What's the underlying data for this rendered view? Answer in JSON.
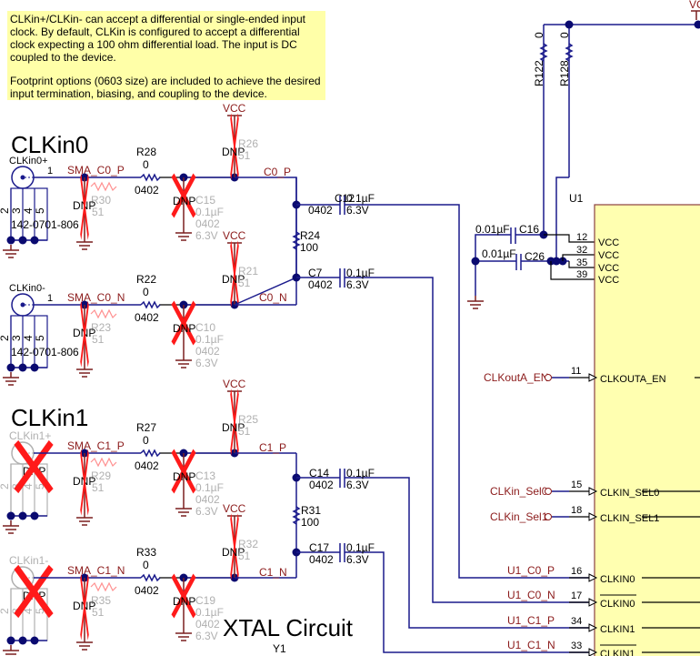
{
  "note": {
    "paragraph1": "CLKin+/CLKin- can accept a differential or single-ended input clock.  By default, CLKin is configured to accept a differential clock expecting a 100 ohm differential load.  The input is DC coupled to the device.",
    "paragraph2": "Footprint options (0603 size) are included to achieve the desired input termination, biasing, and coupling to the device."
  },
  "sections": {
    "clkin0": "CLKin0",
    "clkin1": "CLKin1",
    "xtal": "XTAL Circuit"
  },
  "connectors": {
    "j_clkin0p": {
      "name": "CLKin0+",
      "part": "142-0701-806",
      "pin1": "1",
      "pins": [
        "2",
        "3",
        "4",
        "5"
      ]
    },
    "j_clkin0n": {
      "name": "CLKin0-",
      "part": "142-0701-806",
      "pin1": "1",
      "pins": [
        "2",
        "3",
        "4",
        "5"
      ]
    },
    "j_clkin1p": {
      "name": "CLKin1+",
      "dnp": "DNP",
      "pins": [
        "2",
        "3",
        "4",
        "5"
      ]
    },
    "j_clkin1n": {
      "name": "CLKin1-",
      "dnp": "DNP",
      "pins": [
        "2",
        "3",
        "4",
        "5"
      ]
    }
  },
  "nets": {
    "sma_c0p": "SMA_C0_P",
    "sma_c0n": "SMA_C0_N",
    "sma_c1p": "SMA_C1_P",
    "sma_c1n": "SMA_C1_N",
    "c0p": "C0_P",
    "c0n": "C0_N",
    "c1p": "C1_P",
    "c1n": "C1_N",
    "u1_c0p": "U1_C0_P",
    "u1_c0n": "U1_C0_N",
    "u1_c1p": "U1_C1_P",
    "u1_c1n": "U1_C1_N",
    "clkouta_en": "CLKoutA_EN",
    "clkin_sel0": "CLKin_Sel0",
    "clkin_sel1": "CLKin_Sel1",
    "vcc": "VCC"
  },
  "components": {
    "R28": {
      "ref": "R28",
      "value": "0",
      "pkg": "0402"
    },
    "R22": {
      "ref": "R22",
      "value": "0",
      "pkg": "0402"
    },
    "R27": {
      "ref": "R27",
      "value": "0",
      "pkg": "0402"
    },
    "R33": {
      "ref": "R33",
      "value": "0",
      "pkg": "0402"
    },
    "R30": {
      "ref": "R30",
      "value": "51",
      "dnp": "DNP"
    },
    "R23": {
      "ref": "R23",
      "value": "51",
      "dnp": "DNP"
    },
    "R29": {
      "ref": "R29",
      "value": "51",
      "dnp": "DNP"
    },
    "R35": {
      "ref": "R35",
      "value": "51",
      "dnp": "DNP"
    },
    "R26": {
      "ref": "R26",
      "value": "51",
      "dnp": "DNP"
    },
    "R21": {
      "ref": "R21",
      "value": "51",
      "dnp": "DNP"
    },
    "R25": {
      "ref": "R25",
      "value": "51",
      "dnp": "DNP"
    },
    "R32": {
      "ref": "R32",
      "value": "51",
      "dnp": "DNP"
    },
    "C15": {
      "ref": "C15",
      "value": "0.1µF",
      "pkg": "0402",
      "voltage": "6.3V",
      "dnp": "DNP"
    },
    "C10": {
      "ref": "C10",
      "value": "0.1µF",
      "pkg": "0402",
      "voltage": "6.3V",
      "dnp": "DNP"
    },
    "C13": {
      "ref": "C13",
      "value": "0.1µF",
      "pkg": "0402",
      "voltage": "6.3V",
      "dnp": "DNP"
    },
    "C19": {
      "ref": "C19",
      "value": "0.1µF",
      "pkg": "0402",
      "voltage": "6.3V",
      "dnp": "DNP"
    },
    "C12": {
      "ref": "C12",
      "value": "0.1µF",
      "pkg": "0402",
      "voltage": "6.3V"
    },
    "C7": {
      "ref": "C7",
      "value": "0.1µF",
      "pkg": "0402",
      "voltage": "6.3V"
    },
    "C14": {
      "ref": "C14",
      "value": "0.1µF",
      "pkg": "0402",
      "voltage": "6.3V"
    },
    "C17": {
      "ref": "C17",
      "value": "0.1µF",
      "pkg": "0402",
      "voltage": "6.3V"
    },
    "R24": {
      "ref": "R24",
      "value": "100"
    },
    "R31": {
      "ref": "R31",
      "value": "100"
    },
    "R122": {
      "ref": "R122",
      "value": "0"
    },
    "R128": {
      "ref": "R128",
      "value": "0"
    },
    "C16": {
      "ref": "C16",
      "value": "0.01µF"
    },
    "C26": {
      "ref": "C26",
      "value": "0.01µF"
    },
    "Y1": {
      "ref": "Y1"
    }
  },
  "u1": {
    "ref": "U1",
    "vcc_pins": [
      {
        "num": "12",
        "name": "VCC"
      },
      {
        "num": "32",
        "name": "VCC"
      },
      {
        "num": "35",
        "name": "VCC"
      },
      {
        "num": "39",
        "name": "VCC"
      }
    ],
    "pins": [
      {
        "num": "11",
        "name": "CLKOUTA_EN"
      },
      {
        "num": "15",
        "name": "CLKIN_SEL0"
      },
      {
        "num": "18",
        "name": "CLKIN_SEL1"
      },
      {
        "num": "16",
        "name": "CLKIN0"
      },
      {
        "num": "17",
        "name": "CLKIN0",
        "overbar": true
      },
      {
        "num": "34",
        "name": "CLKIN1"
      },
      {
        "num": "33",
        "name": "CLKIN1",
        "overbar": true
      }
    ]
  },
  "dnp_label": "DNP"
}
